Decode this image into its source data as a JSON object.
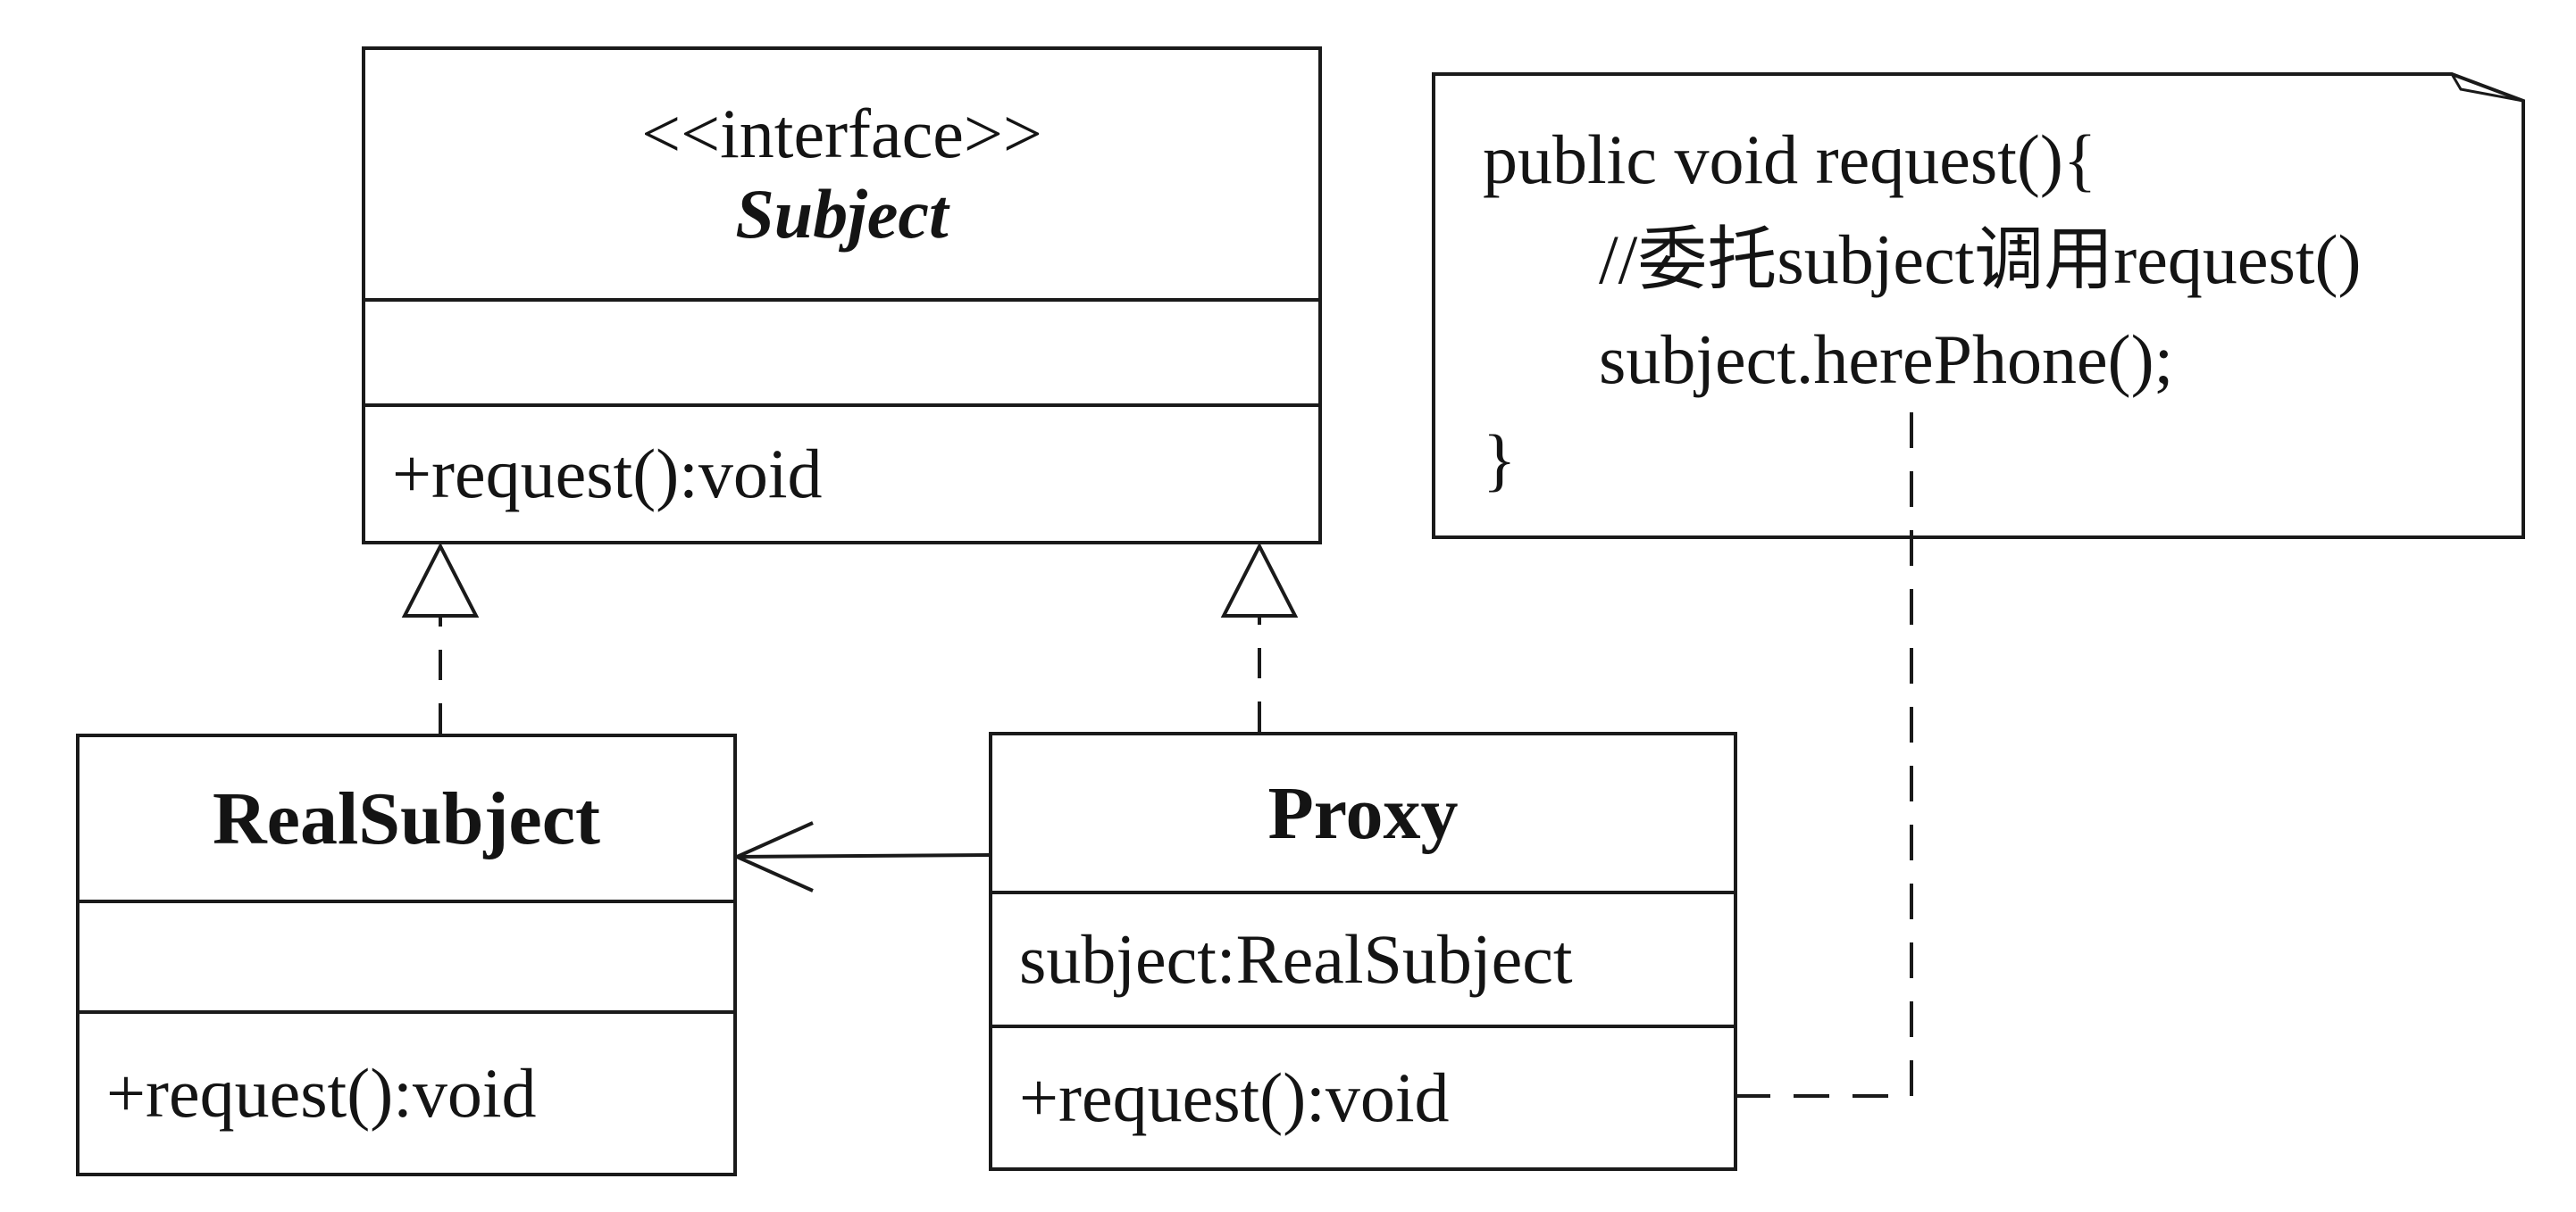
{
  "subject": {
    "stereotype": "<<interface>>",
    "name": "Subject",
    "attributes": "",
    "method": "+request():void"
  },
  "real_subject": {
    "name": "RealSubject",
    "attributes": "",
    "method": "+request():void"
  },
  "proxy": {
    "name": "Proxy",
    "attribute": "subject:RealSubject",
    "method": "+request():void"
  },
  "note": {
    "lines": [
      "public void request(){",
      "//委托subject调用request()",
      "subject.herePhone();",
      "}"
    ]
  }
}
